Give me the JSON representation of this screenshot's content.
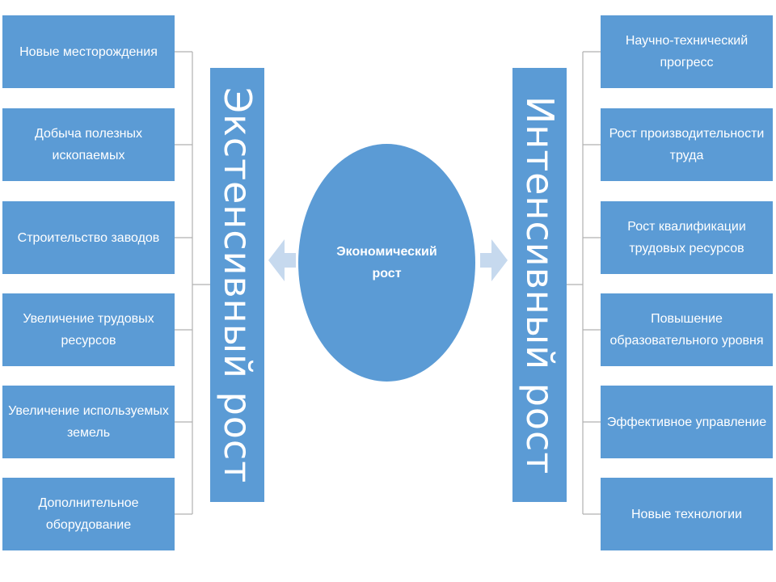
{
  "center": {
    "line1": "Экономический",
    "line2": "рост"
  },
  "extensive": {
    "title": "Экстенсивный рост",
    "items": [
      {
        "line1": "Новые месторождения",
        "line2": ""
      },
      {
        "line1": "Добыча полезных",
        "line2": "ископаемых"
      },
      {
        "line1": "Строительство заводов",
        "line2": ""
      },
      {
        "line1": "Увеличение трудовых",
        "line2": "ресурсов"
      },
      {
        "line1": "Увеличение используемых",
        "line2": "земель"
      },
      {
        "line1": "Дополнительное",
        "line2": "оборудование"
      }
    ]
  },
  "intensive": {
    "title": "Интенсивный рост",
    "items": [
      {
        "line1": "Научно-технический",
        "line2": "прогресс"
      },
      {
        "line1": "Рост производительности",
        "line2": "труда"
      },
      {
        "line1": "Рост квалификации",
        "line2": "трудовых ресурсов"
      },
      {
        "line1": "Повышение",
        "line2": "образовательного уровня"
      },
      {
        "line1": "Эффективное управление",
        "line2": ""
      },
      {
        "line1": "Новые технологии",
        "line2": ""
      }
    ]
  },
  "colors": {
    "box": "#5b9bd5",
    "arrow": "#c6d9ee",
    "connector": "#a6a6a6"
  }
}
